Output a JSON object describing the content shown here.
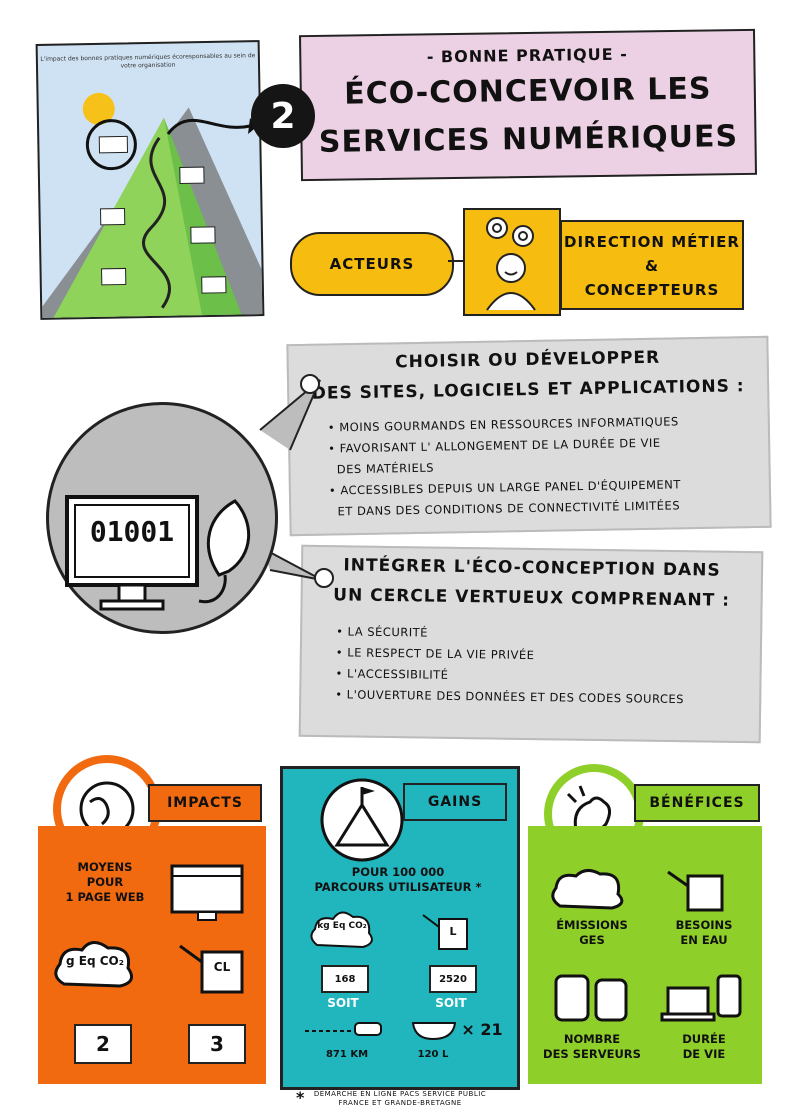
{
  "mini_poster": {
    "caption": "L'impact des bonnes pratiques numériques écoresponsables au sein de votre organisation"
  },
  "header": {
    "number": "2",
    "subtitle": "- Bonne pratique -",
    "title_line1": "Éco-concevoir les",
    "title_line2": "services numériques"
  },
  "actors": {
    "label": "Acteurs",
    "line1": "Direction métier",
    "line2": "&",
    "line3": "concepteurs"
  },
  "section1": {
    "title_line1": "Choisir ou développer",
    "title_line2": "des sites, logiciels et applications :",
    "bullets": [
      "Moins gourmands en ressources informatiques",
      "Favorisant l' allongement de la durée de vie",
      "des matériels",
      "Accessibles depuis un large panel d'équipement",
      "et dans des conditions de connectivité limitées"
    ]
  },
  "section2": {
    "title_line1": "Intégrer l'éco-conception dans",
    "title_line2": "un cercle vertueux comprenant :",
    "bullets": [
      "La sécurité",
      "Le respect de la vie privée",
      "L'accessibilité",
      "L'ouverture des données et des codes sources"
    ]
  },
  "monitor": {
    "code": "01001"
  },
  "impacts": {
    "tag": "Impacts",
    "caption_line1": "Moyens",
    "caption_line2": "pour",
    "caption_line3": "1 page web",
    "cloud": "g Eq CO₂",
    "can": "CL",
    "weight_co2": "2",
    "weight_water": "3"
  },
  "gains": {
    "tag": "Gains",
    "caption_line1": "Pour 100 000",
    "caption_line2": "parcours utilisateur",
    "asterisk": "*",
    "cloud": "kg Eq CO₂",
    "can": "L",
    "weight_co2": "168",
    "weight_water": "2520",
    "soit1": "Soit",
    "soit2": "Soit",
    "distance": "871 km",
    "bath": "120 L",
    "multiplier": "× 21"
  },
  "benefits": {
    "tag": "Bénéfices",
    "item1_line1": "Émissions",
    "item1_line2": "GES",
    "item2_line1": "Besoins",
    "item2_line2": "en eau",
    "item3_line1": "Nombre",
    "item3_line2": "des serveurs",
    "item4_line1": "Durée",
    "item4_line2": "de vie"
  },
  "footnote": {
    "star": "*",
    "line1": "Démarche en ligne PACS service public",
    "line2": "France et Grande-Bretagne"
  },
  "colors": {
    "pink": "#ecd0e4",
    "yellow": "#f6bd10",
    "grey": "#dcdcdc",
    "orange": "#f26a10",
    "teal": "#21b5bd",
    "green": "#8fcf2a"
  }
}
